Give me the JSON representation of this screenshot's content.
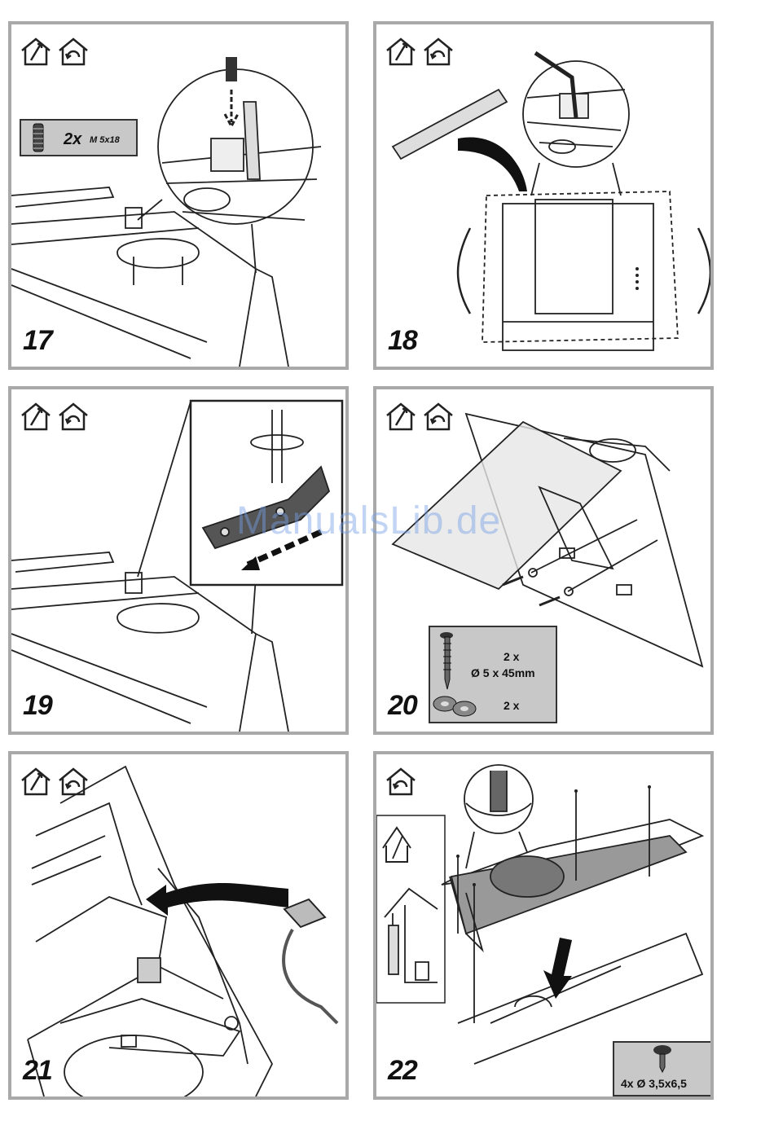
{
  "watermark": "ManualsLib.de",
  "panels": [
    {
      "step": "17",
      "part_qty": "2x",
      "part_spec": "M 5x18"
    },
    {
      "step": "18"
    },
    {
      "step": "19"
    },
    {
      "step": "20",
      "part_qty_1": "2 x",
      "part_spec_1": "Ø 5 x 45mm",
      "part_qty_2": "2 x"
    },
    {
      "step": "21"
    },
    {
      "step": "22",
      "part_spec": "4x Ø 3,5x6,5"
    }
  ],
  "icons": [
    "ducted-exhaust-house-icon",
    "recirculation-house-icon"
  ],
  "colors": {
    "frame": "#a9a9a9",
    "partbox": "#c8c8c8",
    "line": "#222222",
    "watermark": "#78a0e6"
  }
}
